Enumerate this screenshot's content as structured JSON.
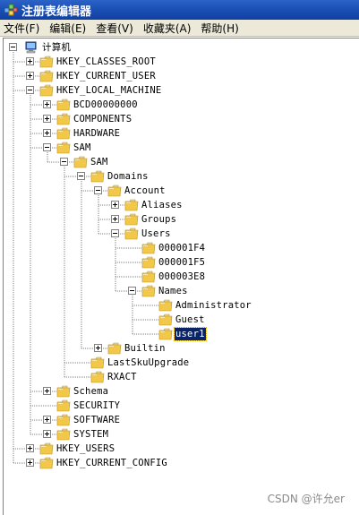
{
  "window": {
    "title": "注册表编辑器"
  },
  "menu": [
    {
      "label": "文件(F)"
    },
    {
      "label": "编辑(E)"
    },
    {
      "label": "查看(V)"
    },
    {
      "label": "收藏夹(A)"
    },
    {
      "label": "帮助(H)"
    }
  ],
  "tree": {
    "root": {
      "label": "计算机"
    },
    "nodes": [
      {
        "label": "HKEY_CLASSES_ROOT",
        "expander": "plus"
      },
      {
        "label": "HKEY_CURRENT_USER",
        "expander": "plus"
      },
      {
        "label": "HKEY_LOCAL_MACHINE",
        "expander": "minus"
      },
      {
        "label": "BCD00000000",
        "expander": "plus"
      },
      {
        "label": "COMPONENTS",
        "expander": "plus"
      },
      {
        "label": "HARDWARE",
        "expander": "plus"
      },
      {
        "label": "SAM",
        "expander": "minus"
      },
      {
        "label": "SAM",
        "expander": "minus"
      },
      {
        "label": "Domains",
        "expander": "minus"
      },
      {
        "label": "Account",
        "expander": "minus"
      },
      {
        "label": "Aliases",
        "expander": "plus"
      },
      {
        "label": "Groups",
        "expander": "plus"
      },
      {
        "label": "Users",
        "expander": "minus"
      },
      {
        "label": "000001F4",
        "expander": "none"
      },
      {
        "label": "000001F5",
        "expander": "none"
      },
      {
        "label": "000003E8",
        "expander": "none"
      },
      {
        "label": "Names",
        "expander": "minus"
      },
      {
        "label": "Administrator",
        "expander": "none"
      },
      {
        "label": "Guest",
        "expander": "none"
      },
      {
        "label": "user1",
        "expander": "none",
        "selected": true
      },
      {
        "label": "Builtin",
        "expander": "plus"
      },
      {
        "label": "LastSkuUpgrade",
        "expander": "none"
      },
      {
        "label": "RXACT",
        "expander": "none"
      },
      {
        "label": "Schema",
        "expander": "plus"
      },
      {
        "label": "SECURITY",
        "expander": "none"
      },
      {
        "label": "SOFTWARE",
        "expander": "plus"
      },
      {
        "label": "SYSTEM",
        "expander": "plus"
      },
      {
        "label": "HKEY_USERS",
        "expander": "plus"
      },
      {
        "label": "HKEY_CURRENT_CONFIG",
        "expander": "plus"
      }
    ]
  },
  "watermark": "CSDN @许允er",
  "colors": {
    "title_bar": "#1a4fb4",
    "menu_bar": "#ece9d8",
    "selection": "#0a246a",
    "folder": "#f2c84b"
  }
}
